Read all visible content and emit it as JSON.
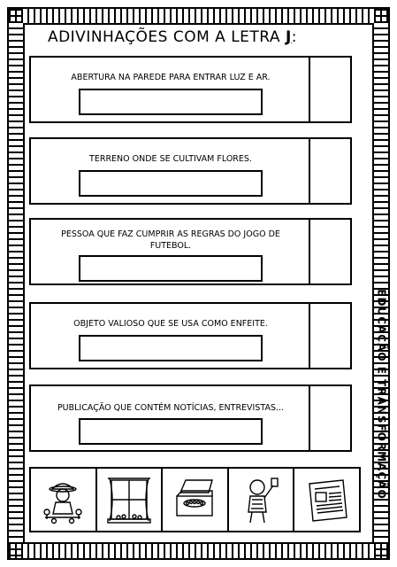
{
  "title": {
    "text": "ADIVINHAÇÕES COM A LETRA ",
    "letter": "J",
    "suffix": ":"
  },
  "side_label": "EDUCAÇÃO E TRANSFORMAÇÃO",
  "clues": [
    {
      "line1": "ABERTURA NA PAREDE PARA ENTRAR LUZ E AR.",
      "line2": ""
    },
    {
      "line1": "TERRENO ONDE SE CULTIVAM FLORES.",
      "line2": ""
    },
    {
      "line1": "PESSOA QUE FAZ CUMPRIR AS REGRAS DO JOGO DE",
      "line2": "FUTEBOL."
    },
    {
      "line1": "OBJETO VALIOSO QUE SE USA COMO ENFEITE.",
      "line2": ""
    },
    {
      "line1": "PUBLICAÇÃO QUE CONTÉM NOTÍCIAS, ENTREVISTAS...",
      "line2": ""
    }
  ],
  "pictures": [
    "gardener-icon",
    "window-icon",
    "jewel-box-icon",
    "referee-icon",
    "newspaper-icon"
  ]
}
